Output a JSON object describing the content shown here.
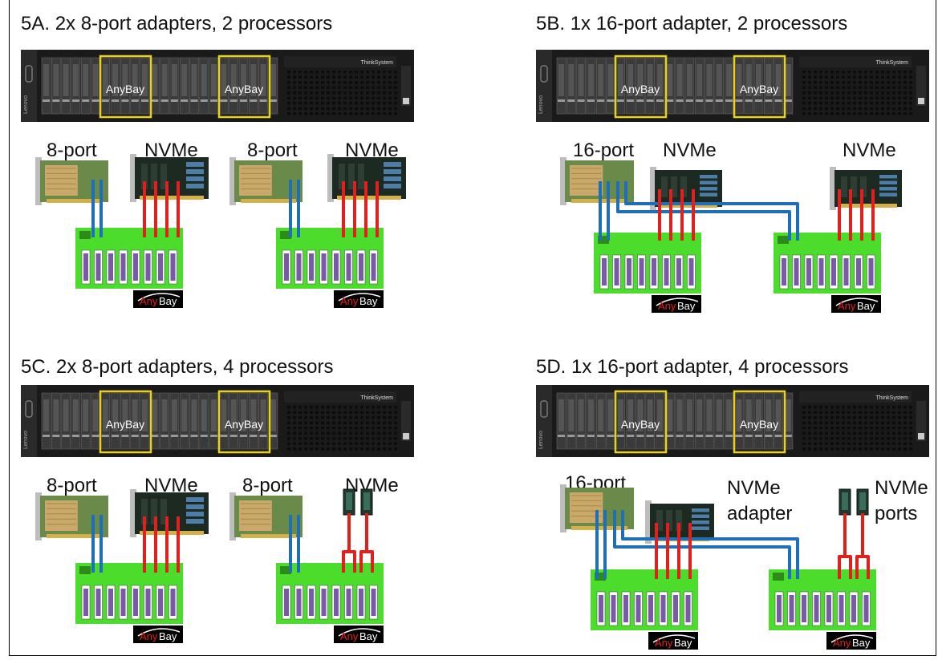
{
  "configs": [
    {
      "id": "5A",
      "title": "5A. 2x 8-port adapters, 2 processors",
      "server": {
        "anybay_label": "AnyBay",
        "brand": "ThinkSystem",
        "side": "Lenovo"
      },
      "labels": {
        "adapter1": "8-port",
        "nvme1": "NVMe",
        "adapter2": "8-port",
        "nvme2": "NVMe"
      },
      "badge": {
        "pre": "Any",
        "post": "Bay"
      }
    },
    {
      "id": "5B",
      "title": "5B. 1x 16-port adapter, 2 processors",
      "server": {
        "anybay_label": "AnyBay",
        "brand": "ThinkSystem",
        "side": "Lenovo"
      },
      "labels": {
        "adapter1": "16-port",
        "nvme1": "NVMe",
        "nvme2": "NVMe"
      },
      "badge": {
        "pre": "Any",
        "post": "Bay"
      }
    },
    {
      "id": "5C",
      "title": "5C. 2x 8-port adapters, 4 processors",
      "server": {
        "anybay_label": "AnyBay",
        "brand": "ThinkSystem",
        "side": "Lenovo"
      },
      "labels": {
        "adapter1": "8-port",
        "nvme1": "NVMe",
        "adapter2": "8-port",
        "nvme2": "NVMe"
      },
      "badge": {
        "pre": "Any",
        "post": "Bay"
      }
    },
    {
      "id": "5D",
      "title": "5D. 1x 16-port adapter, 4 processors",
      "server": {
        "anybay_label": "AnyBay",
        "brand": "ThinkSystem",
        "side": "Lenovo"
      },
      "labels": {
        "adapter1": "16-port",
        "nvme1a": "NVMe",
        "nvme1b": "adapter",
        "nvme2a": "NVMe",
        "nvme2b": "ports"
      },
      "badge": {
        "pre": "Any",
        "post": "Bay"
      }
    }
  ],
  "colors": {
    "sas_cable": "#1f6fb8",
    "nvme_cable": "#e0201c",
    "backplane": "#4cdc2c",
    "highlight": "#e8d21a",
    "server": "#1a1a1a"
  }
}
